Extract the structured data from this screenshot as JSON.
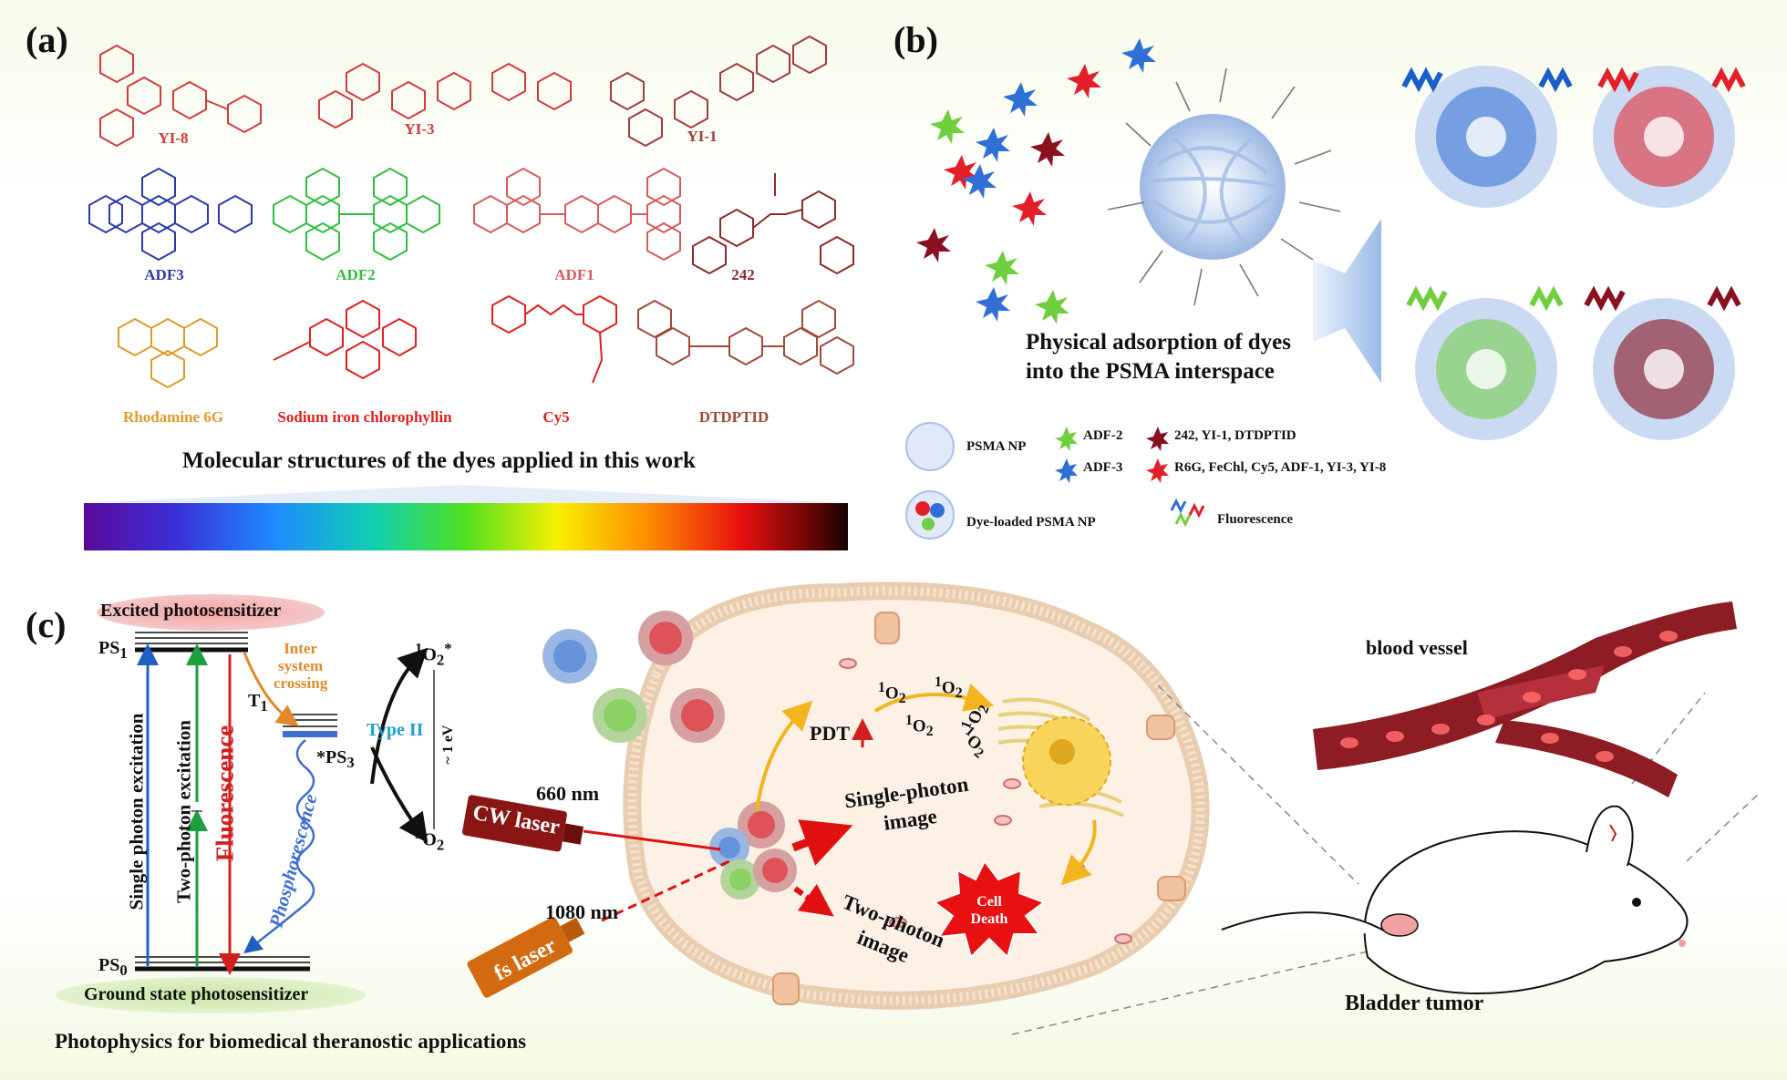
{
  "panel_a": {
    "label": "(a)",
    "molecules": [
      {
        "name": "YI-8",
        "color": "#d23b3b"
      },
      {
        "name": "YI-3",
        "color": "#d23b3b"
      },
      {
        "name": "YI-1",
        "color": "#a33b3b"
      },
      {
        "name": "ADF3",
        "color": "#2b3aa8"
      },
      {
        "name": "ADF2",
        "color": "#2fbf3f"
      },
      {
        "name": "ADF1",
        "color": "#d85a5a"
      },
      {
        "name": "242",
        "color": "#8b2b2b"
      },
      {
        "name": "Rhodamine 6G",
        "color": "#e09a2a"
      },
      {
        "name": "Sodium iron chlorophyllin",
        "color": "#e02020"
      },
      {
        "name": "Cy5",
        "color": "#e02020"
      },
      {
        "name": "DTDPTID",
        "color": "#a04a3a"
      }
    ],
    "caption": "Molecular structures of the dyes applied in this work"
  },
  "panel_b": {
    "label": "(b)",
    "caption_line1": "Physical adsorption of dyes",
    "caption_line2": "into the PSMA interspace",
    "legend": {
      "psma": "PSMA NP",
      "dye_loaded": "Dye-loaded PSMA NP",
      "adf2": "ADF-2",
      "adf3": "ADF-3",
      "darkred_group": "242, YI-1, DTDPTID",
      "red_group": "R6G, FeChl, Cy5, ADF-1, YI-3, YI-8",
      "fluorescence": "Fluorescence"
    },
    "colors": {
      "blue": "#2f6fd6",
      "green": "#6fcf3f",
      "red": "#e3202a",
      "darkred": "#8a1020"
    }
  },
  "panel_c": {
    "label": "(c)",
    "excited": "Excited photosensitizer",
    "ground": "Ground state photosensitizer",
    "ps1": "PS",
    "ps1_sub": "1",
    "ps0": "PS",
    "ps0_sub": "0",
    "t1": "T",
    "t1_sub": "1",
    "ps3": "*PS",
    "ps3_sub": "3",
    "isc": [
      "Inter",
      "system",
      "crossing"
    ],
    "single_exc": "Single photon excitation",
    "two_exc": "Two-photon excitation",
    "fluorescence": "Fluorescence",
    "phosphorescence": "Phosphorescence",
    "o2_singlet": "O",
    "o2_triplet": "O",
    "type2": "Type II",
    "ev": "~ 1 eV",
    "nm660": "660 nm",
    "cw_laser": "CW laser",
    "nm1080": "1080 nm",
    "fs_laser": "fs laser",
    "pdt": "PDT",
    "single_image_1": "Single-photon",
    "single_image_2": "image",
    "two_image_1": "Two-photon",
    "two_image_2": "image",
    "cell_death_1": "Cell",
    "cell_death_2": "Death",
    "blood_vessel": "blood vessel",
    "bladder_tumor": "Bladder tumor",
    "caption": "Photophysics for biomedical theranostic applications"
  }
}
